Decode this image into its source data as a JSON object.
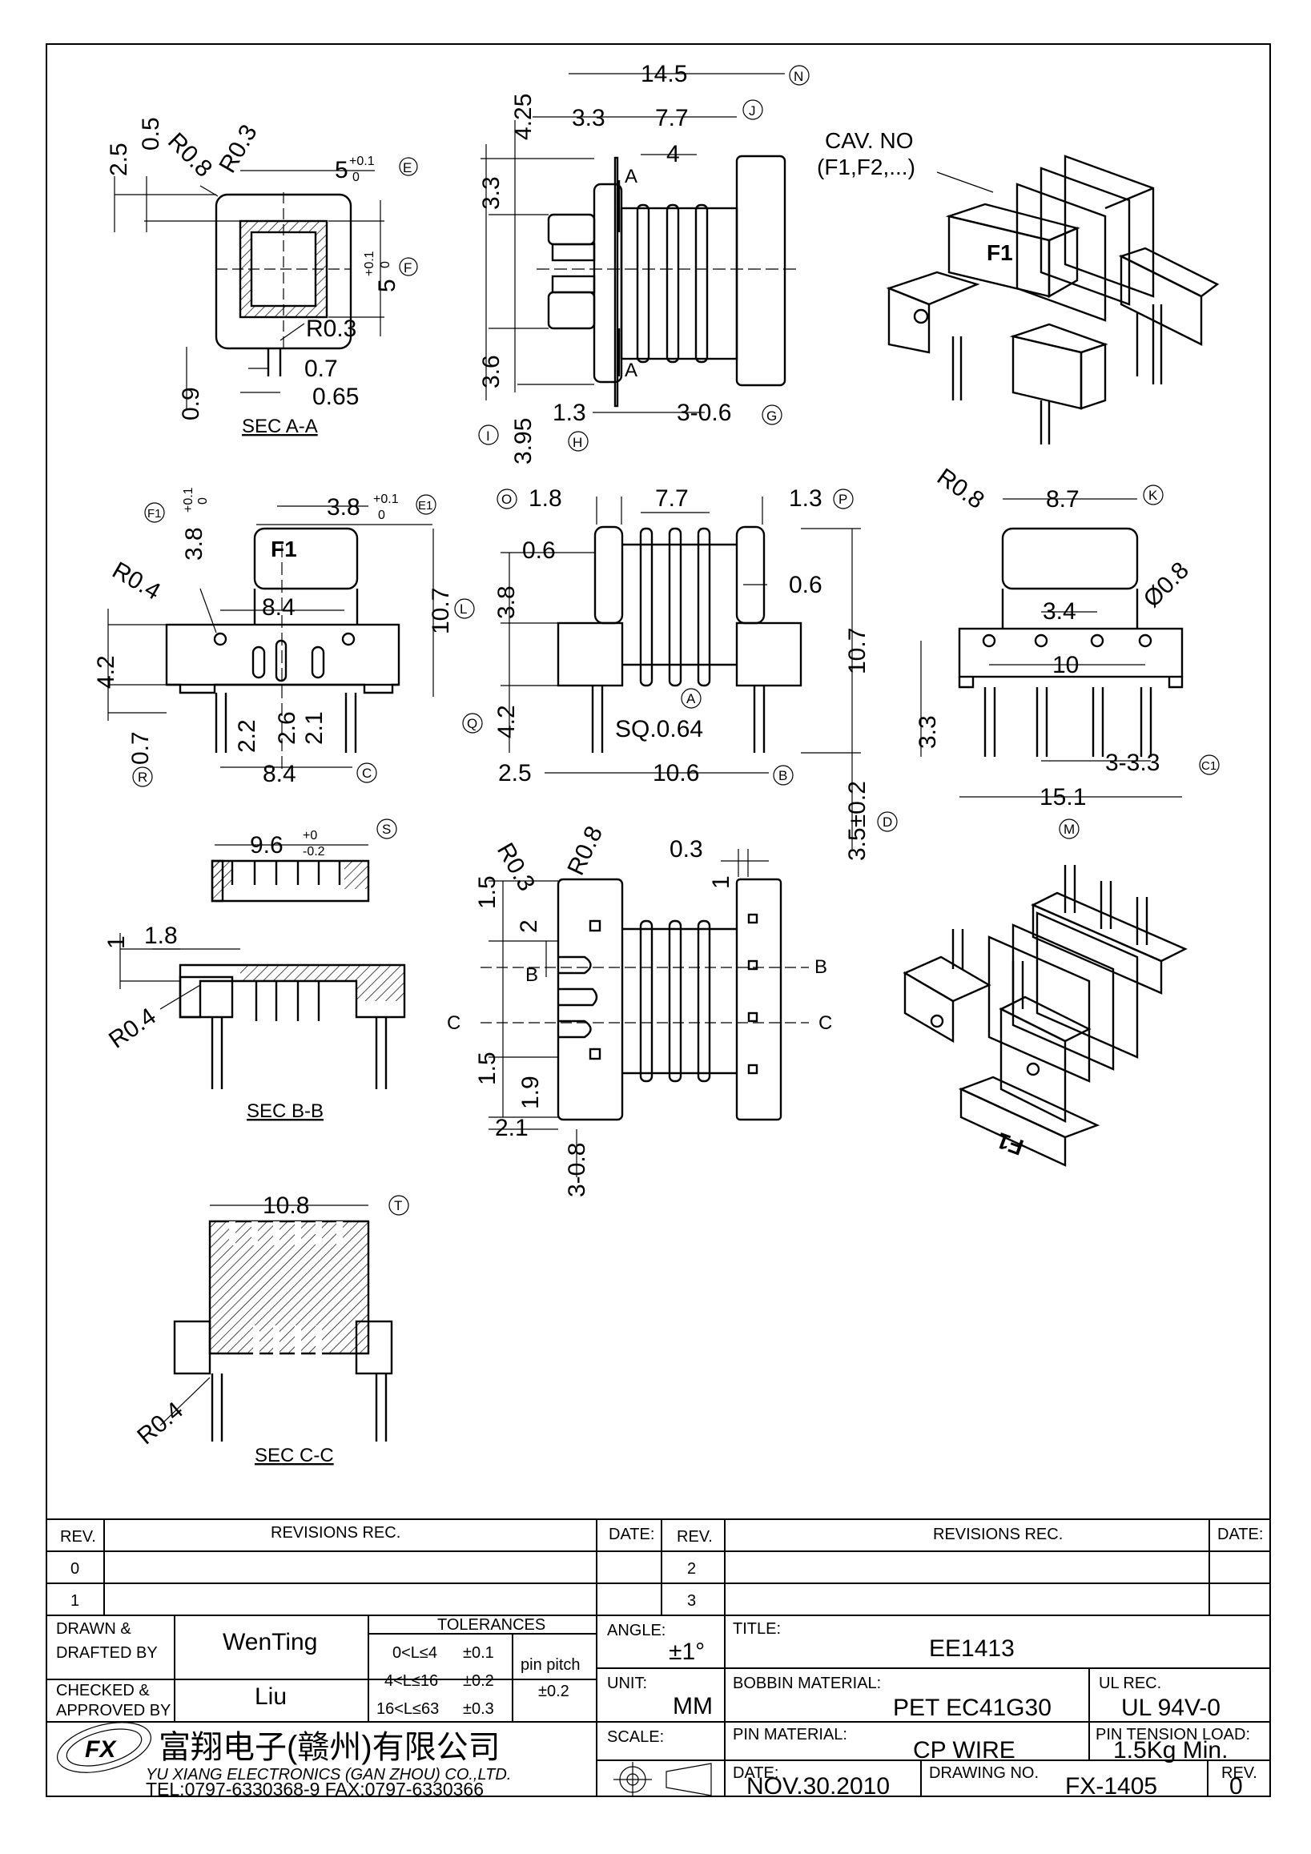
{
  "sectionA": {
    "label": "SEC A-A",
    "dims": [
      "2.5",
      "0.5",
      "R0.8",
      "R0.3",
      "5",
      "+0.1",
      "0",
      "5",
      "+0.1",
      "0",
      "R0.3",
      "0.7",
      "0.65",
      "0.9"
    ],
    "circles": [
      "E",
      "F"
    ]
  },
  "sideView": {
    "dims": [
      "14.5",
      "4.25",
      "3.3",
      "7.7",
      "4",
      "3.3",
      "3.6",
      "3.95",
      "1.3",
      "3-0.6"
    ],
    "cut": "A",
    "circles": [
      "N",
      "J",
      "I",
      "H",
      "G"
    ]
  },
  "cavityNote": {
    "line1": "CAV. NO",
    "line2": "(F1,F2,...)",
    "mark": "F1"
  },
  "frontView": {
    "mark": "F1",
    "dims": [
      "3.8",
      "+0.1",
      "0",
      "3.8",
      "+0.1",
      "0",
      "R0.4",
      "8.4",
      "10.7",
      "4.2",
      "0.7",
      "2.2",
      "2.6",
      "2.1",
      "8.4"
    ],
    "circles": [
      "F1",
      "E1",
      "L",
      "R",
      "C"
    ]
  },
  "bottomView": {
    "dims": [
      "1.8",
      "7.7",
      "1.3",
      "0.6",
      "0.6",
      "3.8",
      "10.7",
      "4.2",
      "SQ.0.64",
      "2.5",
      "10.6",
      "3.5±0.2"
    ],
    "circles": [
      "O",
      "P",
      "Q",
      "A",
      "B",
      "D"
    ]
  },
  "rightView": {
    "dims": [
      "R0.8",
      "8.7",
      "3.4",
      "Ø0.8",
      "10",
      "3.3",
      "3-3.3",
      "15.1"
    ],
    "circles": [
      "K",
      "C1",
      "M"
    ]
  },
  "sectionB": {
    "label": "SEC B-B",
    "dims": [
      "9.6",
      "+0",
      "-0.2",
      "1.8",
      "1",
      "R0.4"
    ],
    "circles": [
      "S"
    ]
  },
  "detailView": {
    "dims": [
      "R0.3",
      "R0.8",
      "0.3",
      "1.5",
      "2",
      "1",
      "B",
      "B",
      "C",
      "C",
      "1.5",
      "1.9",
      "2.1",
      "3-0.8"
    ]
  },
  "sectionC": {
    "label": "SEC C-C",
    "dims": [
      "10.8",
      "R0.4"
    ],
    "circles": [
      "T"
    ]
  },
  "titleBlock": {
    "revHeader": {
      "rev": "REV.",
      "revisions": "REVISIONS   REC.",
      "date": "DATE:"
    },
    "revRows": [
      "0",
      "1"
    ],
    "revRows2": [
      "2",
      "3"
    ],
    "drawnLabel": [
      "DRAWN &",
      "DRAFTED BY"
    ],
    "drawnBy": "WenTing",
    "checkedLabel": [
      "CHECKED &",
      "APPROVED BY"
    ],
    "checkedBy": "Liu",
    "tolerances": {
      "title": "TOLERANCES",
      "rows": [
        [
          "0<L≤4",
          "±0.1"
        ],
        [
          "4<L≤16",
          "±0.2"
        ],
        [
          "16<L≤63",
          "±0.3"
        ]
      ],
      "pinPitchLabel": [
        "pin pitch"
      ],
      "pinPitch": "±0.2"
    },
    "angleLabel": "ANGLE:",
    "angle": "±1°",
    "unitLabel": "UNIT:",
    "unit": "MM",
    "scaleLabel": "SCALE:",
    "titleLabel": "TITLE:",
    "title": "EE1413",
    "bobbinMaterialLabel": "BOBBIN MATERIAL:",
    "bobbinMaterial": "PET EC41G30",
    "ulRecLabel": "UL REC.",
    "ulRec": "UL 94V-0",
    "pinMaterialLabel": "PIN MATERIAL:",
    "pinMaterial": "CP WIRE",
    "pinTensionLabel": "PIN TENSION LOAD:",
    "pinTension": "1.5Kg Min.",
    "dateLabel": "DATE:",
    "date": "NOV.30.2010",
    "drawingNoLabel": "DRAWING NO.",
    "drawingNo": "FX-1405",
    "revLabel": "REV.",
    "rev": "0",
    "company": {
      "logo": "FX",
      "nameCn": "富翔电子(赣州)有限公司",
      "nameEn": "YU XIANG ELECTRONICS (GAN ZHOU) CO.,LTD.",
      "contact": "TEL:0797-6330368-9 FAX:0797-6330366"
    }
  }
}
